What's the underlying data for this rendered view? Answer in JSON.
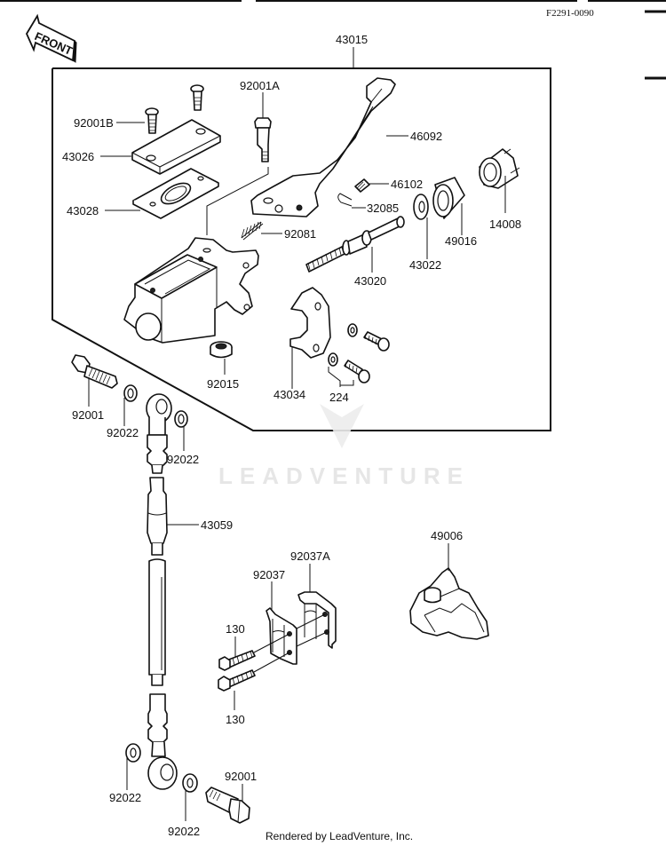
{
  "figure_id": "F2291-0090",
  "front_label": "FRONT",
  "assembly_label": "43015",
  "watermark": "LEADVENTURE",
  "footer": "Rendered by LeadVenture, Inc.",
  "parts": {
    "p92001B": "92001B",
    "p43026": "43026",
    "p43028": "43028",
    "p92001A": "92001A",
    "p46092": "46092",
    "p46102": "46102",
    "p32085": "32085",
    "p14008": "14008",
    "p49016": "49016",
    "p43022": "43022",
    "p92081": "92081",
    "p43020": "43020",
    "p92015": "92015",
    "p43034": "43034",
    "p224": "224",
    "p92001_top": "92001",
    "p92022_a": "92022",
    "p92022_b": "92022",
    "p43059": "43059",
    "p49006": "49006",
    "p92037A": "92037A",
    "p92037": "92037",
    "p130_top": "130",
    "p130_bottom": "130",
    "p92022_c": "92022",
    "p92022_d": "92022",
    "p92001_bottom": "92001"
  }
}
